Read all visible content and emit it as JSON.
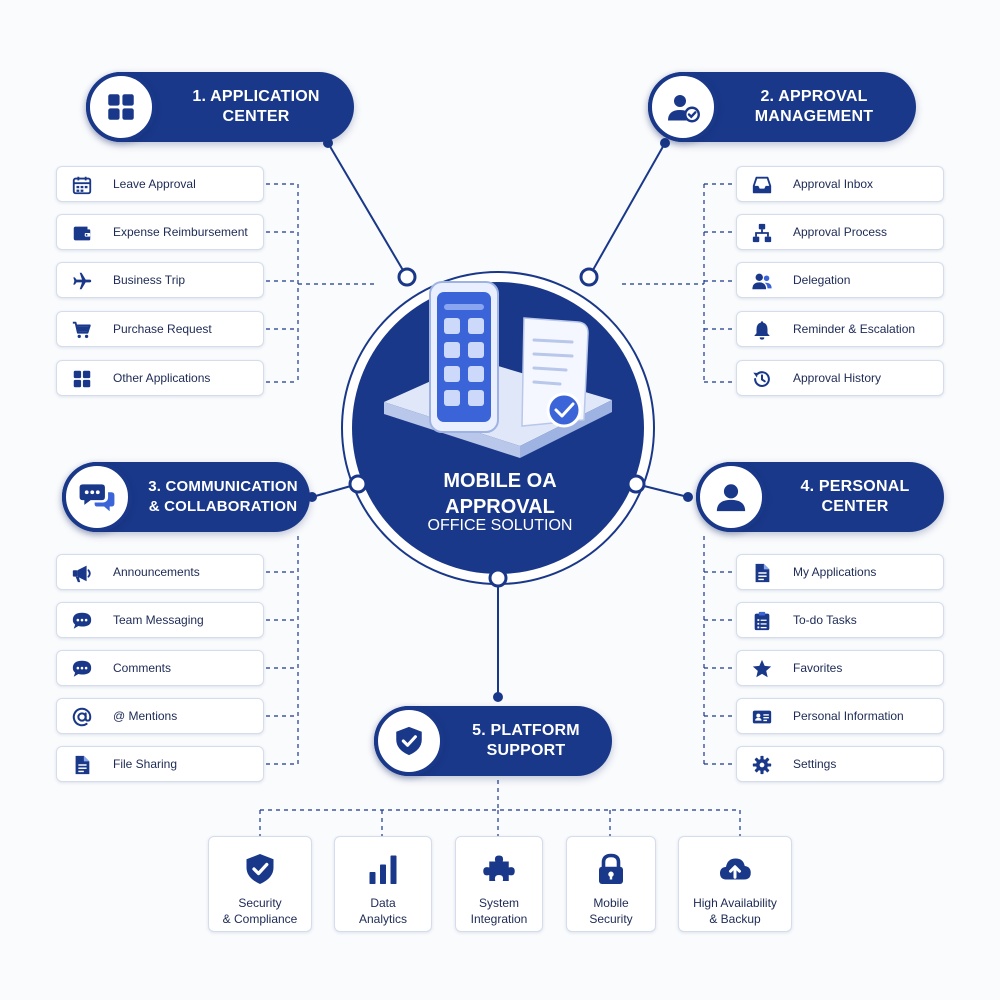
{
  "colors": {
    "primary": "#1a3889",
    "accent": "#3a64d8",
    "line": "#1a3889"
  },
  "center": {
    "title": "MOBILE OA\nAPPROVAL",
    "subtitle": "OFFICE SOLUTION"
  },
  "sections": {
    "application_center": {
      "title": "1. APPLICATION\nCENTER",
      "icon": "grid-icon",
      "items": [
        {
          "label": "Leave Approval",
          "icon": "calendar-icon"
        },
        {
          "label": "Expense Reimbursement",
          "icon": "wallet-icon"
        },
        {
          "label": "Business Trip",
          "icon": "airplane-icon"
        },
        {
          "label": "Purchase Request",
          "icon": "cart-icon"
        },
        {
          "label": "Other Applications",
          "icon": "apps-icon"
        }
      ]
    },
    "approval_management": {
      "title": "2. APPROVAL\nMANAGEMENT",
      "icon": "user-check-icon",
      "items": [
        {
          "label": "Approval Inbox",
          "icon": "inbox-icon"
        },
        {
          "label": "Approval Process",
          "icon": "flowchart-icon"
        },
        {
          "label": "Delegation",
          "icon": "users-icon"
        },
        {
          "label": "Reminder & Escalation",
          "icon": "bell-icon"
        },
        {
          "label": "Approval History",
          "icon": "history-icon"
        }
      ]
    },
    "communication": {
      "title": "3. COMMUNICATION\n& COLLABORATION",
      "icon": "chat-bubbles-icon",
      "items": [
        {
          "label": "Announcements",
          "icon": "megaphone-icon"
        },
        {
          "label": "Team Messaging",
          "icon": "message-icon"
        },
        {
          "label": "Comments",
          "icon": "comment-icon"
        },
        {
          "label": "@ Mentions",
          "icon": "at-sign-icon"
        },
        {
          "label": "File Sharing",
          "icon": "file-icon"
        }
      ]
    },
    "personal_center": {
      "title": "4. PERSONAL\nCENTER",
      "icon": "user-icon",
      "items": [
        {
          "label": "My Applications",
          "icon": "document-icon"
        },
        {
          "label": "To-do Tasks",
          "icon": "clipboard-icon"
        },
        {
          "label": "Favorites",
          "icon": "star-icon"
        },
        {
          "label": "Personal Information",
          "icon": "id-card-icon"
        },
        {
          "label": "Settings",
          "icon": "gear-icon"
        }
      ]
    },
    "platform_support": {
      "title": "5. PLATFORM\nSUPPORT",
      "icon": "shield-check-icon",
      "items": [
        {
          "label": "Security\n& Compliance",
          "icon": "shield-check-icon"
        },
        {
          "label": "Data\nAnalytics",
          "icon": "bar-chart-icon"
        },
        {
          "label": "System\nIntegration",
          "icon": "puzzle-icon"
        },
        {
          "label": "Mobile\nSecurity",
          "icon": "lock-icon"
        },
        {
          "label": "High Availability\n& Backup",
          "icon": "cloud-upload-icon"
        }
      ]
    }
  }
}
